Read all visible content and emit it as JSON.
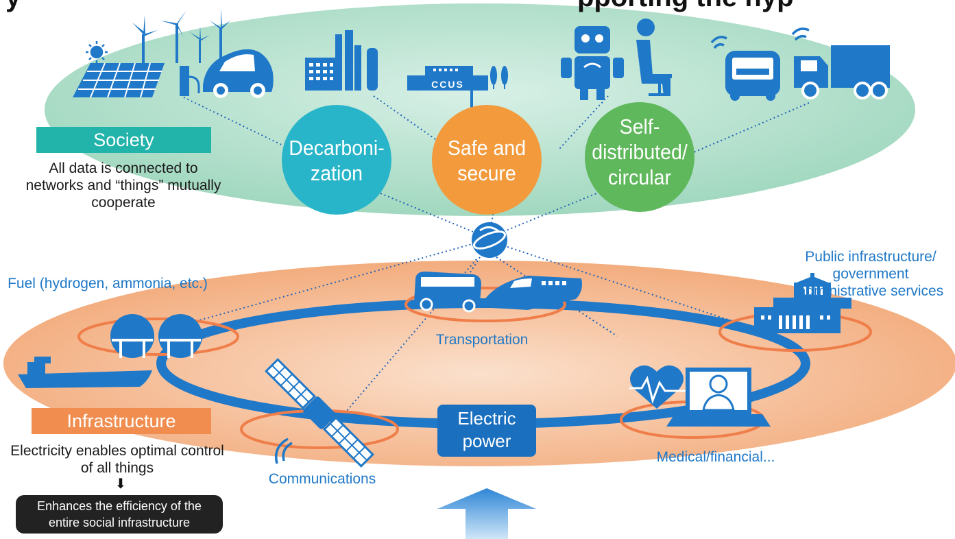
{
  "header": {
    "left_fragment": "y",
    "right_fragment": "pporting the hyp"
  },
  "society": {
    "badge": "Society",
    "description": "All data is connected to networks and “things” mutually cooperate"
  },
  "values": {
    "decarbonization": "Decarboni- zation",
    "safe": "Safe and secure",
    "self": "Self- distributed/ circular"
  },
  "ccus_label": "CCUS",
  "infrastructure": {
    "badge": "Infrastructure",
    "description": "Electricity enables optimal control of all things",
    "arrow": "⬇",
    "result": "Enhances the efficiency of the entire social infrastructure"
  },
  "sectors": {
    "fuel": "Fuel (hydrogen, ammonia, etc.)",
    "transportation": "Transportation",
    "public": "Public infrastructure/ government administrative services",
    "communications": "Communications",
    "medical": "Medical/financial...",
    "electric_power": "Electric power"
  },
  "colors": {
    "society_ellipse": "#a9dcc6",
    "infrastructure_ellipse": "#f5b58c",
    "icon_blue": "#1f78c8",
    "decarbonization": "#29b5c9",
    "safe": "#f29a3c",
    "self": "#5fb85c",
    "society_badge": "#22b3aa",
    "infrastructure_badge": "#f08d4f",
    "ring_highlight": "#ef7e4a",
    "power_badge": "#1a6fbf",
    "result_box": "#222222"
  },
  "icons": [
    "sun-icon",
    "solar-panel-icon",
    "wind-turbine-icon",
    "ev-charger-icon",
    "electric-car-icon",
    "factory-icon",
    "ccus-plant-icon",
    "robot-icon",
    "seated-person-icon",
    "delivery-robot-icon",
    "truck-icon",
    "globe-icon",
    "bus-icon",
    "bullet-train-icon",
    "gas-tank-icon",
    "ship-icon",
    "government-building-icon",
    "satellite-icon",
    "heart-rate-icon",
    "laptop-doctor-icon",
    "upward-arrow-icon"
  ]
}
